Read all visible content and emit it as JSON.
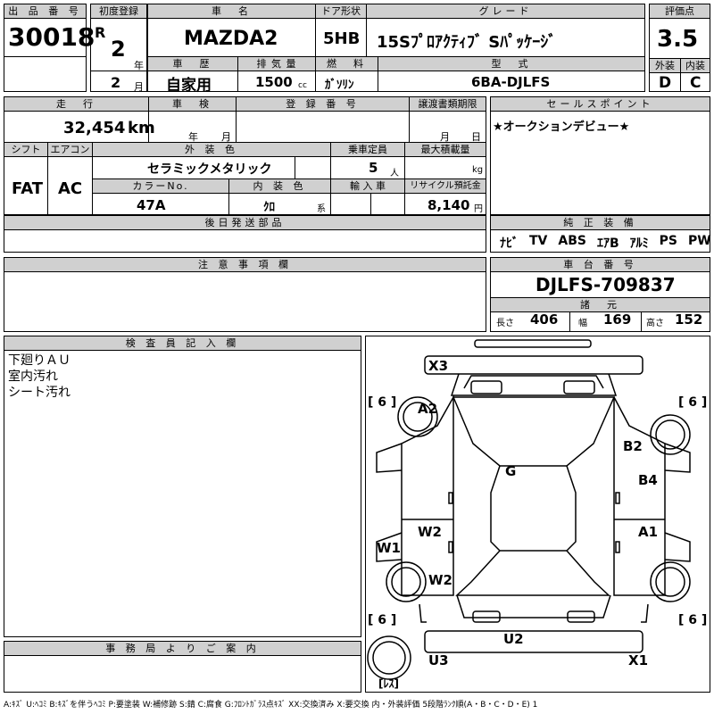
{
  "top": {
    "lot_label": "出 品 番 号",
    "lot_number": "30018",
    "first_reg_label": "初度登録",
    "era": "R",
    "year_value": "2",
    "year_unit": "年",
    "month_value": "2",
    "month_unit": "月",
    "car_name_label": "車　名",
    "car_name": "MAZDA2",
    "door_label": "ドア形状",
    "door": "5HB",
    "grade_label": "グレード",
    "grade": "15Sﾌﾟﾛｱｸﾃｨﾌﾞ Sﾊﾟｯｹｰｼﾞ",
    "score_label": "評価点",
    "score": "3.5",
    "history_label": "車　歴",
    "history": "自家用",
    "displacement_label": "排 気 量",
    "displacement": "1500",
    "displacement_unit": "cc",
    "fuel_label": "燃　料",
    "fuel": "ｶﾞｿﾘﾝ",
    "model_label": "型　式",
    "model": "6BA-DJLFS",
    "exterior_label": "外装",
    "exterior_grade": "D",
    "interior_label": "内装",
    "interior_grade": "C"
  },
  "row2": {
    "mileage_label": "走　行",
    "mileage": "32,454",
    "mileage_unit": "km",
    "inspection_label": "車　検",
    "year_unit": "年",
    "month_unit": "月",
    "regnum_label": "登 録 番 号",
    "transfer_label": "譲渡書類期限",
    "month_unit2": "月",
    "day_unit": "日",
    "shift_label": "シフト",
    "shift": "FAT",
    "ac_label": "エアコン",
    "ac": "AC",
    "ext_color_label": "外 装 色",
    "ext_color": "セラミックメタリック",
    "capacity_label": "乗車定員",
    "capacity": "5",
    "capacity_unit": "人",
    "max_load_label": "最大積載量",
    "max_load_unit": "kg",
    "color_no_label": "カラーNo.",
    "color_no": "47A",
    "int_color_label": "内 装 色",
    "int_color": "ｸﾛ",
    "int_color_unit": "系",
    "import_label": "輸 入 車",
    "recycle_label": "リサイクル預託金",
    "recycle": "8,140",
    "recycle_unit": "円"
  },
  "sales_point": {
    "label": "セールスポイント",
    "text": "★オークションデビュー★"
  },
  "later_parts": {
    "label": "後日発送部品"
  },
  "genuine": {
    "label": "純 正 装 備",
    "items": [
      "ﾅﾋﾞ",
      "TV",
      "ABS",
      "ｴｱB",
      "ｱﾙﾐ",
      "PS",
      "PW"
    ]
  },
  "notes": {
    "label": "注 意 事 項 欄"
  },
  "chassis": {
    "label": "車 台 番 号",
    "number": "DJLFS-709837",
    "dims_label": "諸　元",
    "length_label": "長さ",
    "length": "406",
    "width_label": "幅",
    "width": "169",
    "height_label": "高さ",
    "height": "152"
  },
  "inspector": {
    "label": "検 査 員 記 入 欄",
    "lines": [
      "下廻りＡＵ",
      "室内汚れ",
      "シート汚れ"
    ]
  },
  "office": {
    "label": "事 務 局 よ り ご 案 内"
  },
  "diagram": {
    "marks": {
      "x3": "X3",
      "a2": "A2",
      "b2": "B2",
      "g": "G",
      "b4": "B4",
      "w2a": "W2",
      "a1": "A1",
      "w1": "W1",
      "w2b": "W2",
      "u2": "U2",
      "u3": "U3",
      "x1": "X1"
    },
    "tire_fl": "[ 6 ]",
    "tire_fr": "[ 6 ]",
    "tire_rl": "[ 6 ]",
    "tire_rr": "[ 6 ]",
    "spare": "[ﾚｽ]"
  },
  "legend": "A:ｷｽﾞ U:ﾍｺﾐ B:ｷｽﾞを伴うﾍｺﾐ P:要塗装 W:補修跡 S:錆 C:腐食 G:ﾌﾛﾝﾄｶﾞﾗｽ点ｷｽﾞ XX:交換済み X:要交換 内・外装評価 5段階ﾗﾝｸ順(A・B・C・D・E) 1"
}
